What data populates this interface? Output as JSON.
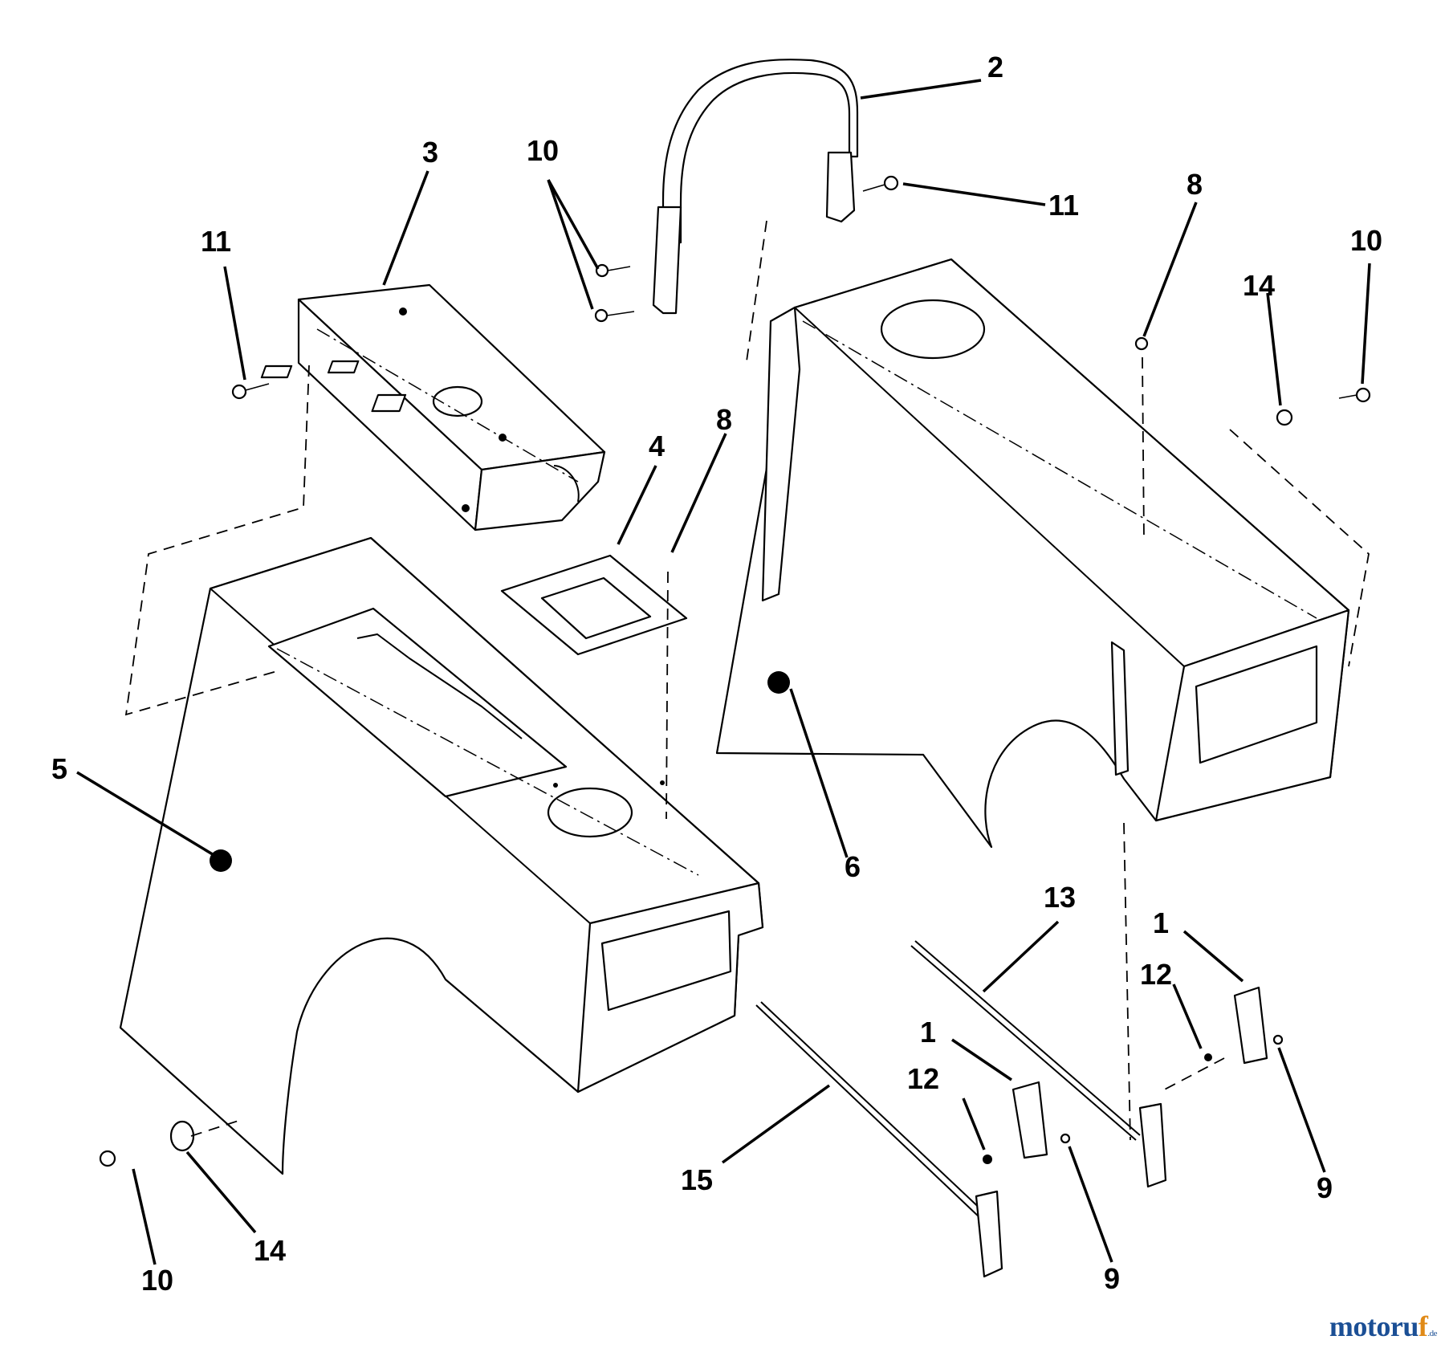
{
  "diagram": {
    "callouts": [
      {
        "id": "c-2",
        "text": "2"
      },
      {
        "id": "c-10-top",
        "text": "10"
      },
      {
        "id": "c-11-right",
        "text": "11"
      },
      {
        "id": "c-3",
        "text": "3"
      },
      {
        "id": "c-11-left",
        "text": "11"
      },
      {
        "id": "c-8-right",
        "text": "8"
      },
      {
        "id": "c-10-right",
        "text": "10"
      },
      {
        "id": "c-14-right",
        "text": "14"
      },
      {
        "id": "c-4",
        "text": "4"
      },
      {
        "id": "c-8-mid",
        "text": "8"
      },
      {
        "id": "c-5",
        "text": "5"
      },
      {
        "id": "c-6",
        "text": "6"
      },
      {
        "id": "c-13",
        "text": "13"
      },
      {
        "id": "c-1-right",
        "text": "1"
      },
      {
        "id": "c-12-right",
        "text": "12"
      },
      {
        "id": "c-1-mid",
        "text": "1"
      },
      {
        "id": "c-12-mid",
        "text": "12"
      },
      {
        "id": "c-9-right",
        "text": "9"
      },
      {
        "id": "c-15",
        "text": "15"
      },
      {
        "id": "c-9-mid",
        "text": "9"
      },
      {
        "id": "c-10-bottom",
        "text": "10"
      },
      {
        "id": "c-14-bottom",
        "text": "14"
      }
    ]
  },
  "watermark": {
    "main": "motoru",
    "accent": "f",
    "tld": ".de"
  }
}
